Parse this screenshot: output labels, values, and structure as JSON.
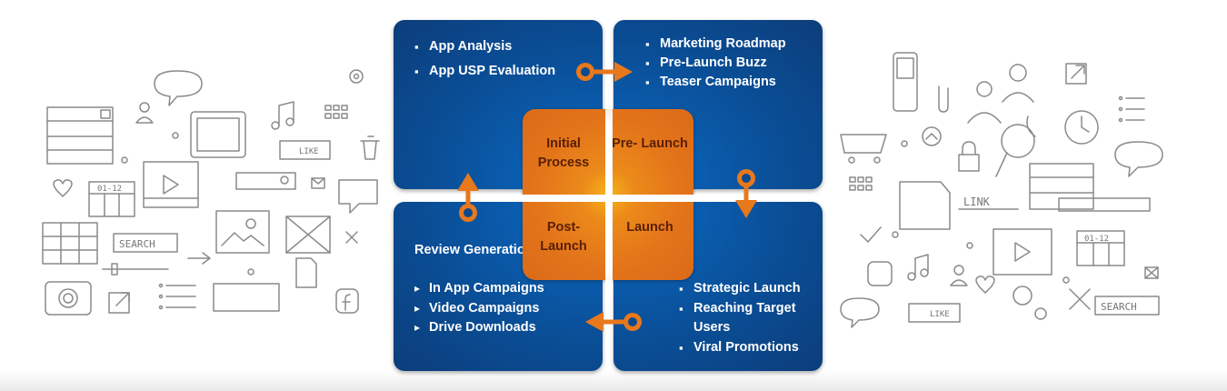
{
  "diagram": {
    "phases": {
      "initial": "Initial Process",
      "prelaunch": "Pre- Launch",
      "postlaunch": "Post- Launch",
      "launch": "Launch"
    },
    "initial_items": [
      "App Analysis",
      "App USP Evaluation"
    ],
    "prelaunch_items": [
      "Marketing Roadmap",
      "Pre-Launch Buzz",
      "Teaser Campaigns"
    ],
    "launch_items": [
      "Strategic Launch",
      "Reaching Target Users",
      "Viral Promotions"
    ],
    "postlaunch_heading": "Review Generation",
    "postlaunch_items": [
      "In App Campaigns",
      "Video Campaigns",
      "Drive Downloads"
    ]
  },
  "doodles": {
    "labels": {
      "search": "SEARCH",
      "like": "LIKE",
      "date": "01-12",
      "link": "LINK"
    }
  },
  "colors": {
    "quadrant_blue": "#0a4f98",
    "center_orange": "#e3741a",
    "arrow_orange": "#e8781c"
  }
}
